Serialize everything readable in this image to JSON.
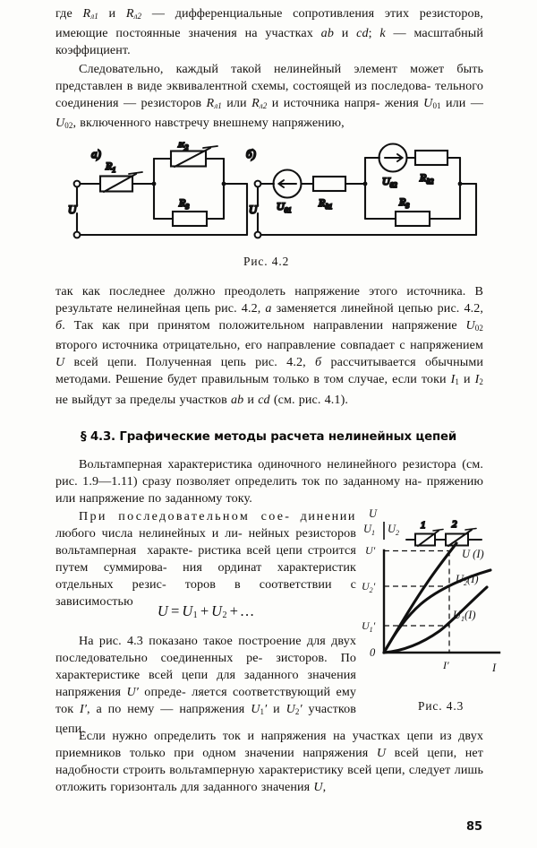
{
  "page": {
    "number": "85",
    "background": "#fdfdfb",
    "ink": "#15120f"
  },
  "paragraphs": {
    "p1": "где Rл1 и Rл2 — дифференциальные сопротивления этих резисторов, имеющие постоянные значения на участках ab и cd; k — масштабный коэффициент.",
    "p2": "Следовательно, каждый такой нелинейный элемент может быть представлен в виде эквивалентной схемы, состоящей из последовательного соединения — резисторов Rл1 или Rл2 и источника напряжения U01 или — U02, включенного навстречу внешнему напряжению,",
    "p3": "так как последнее должно преодолеть напряжение этого источника. В результате нелинейная цепь рис. 4.2, а заменяется линейной цепью рис. 4.2, б. Так как при принятом положительном направлении напряжение U02 второго источника отрицательно, его направление совпадает с напряжением U всей цепи. Полученная цепь рис. 4.2, б рассчитывается обычными методами. Решение будет правильным только в том случае, если токи I1 и I2 не выйдут за пределы участков ab и cd (см. рис. 4.1).",
    "p4": "Вольтамперная характеристика одиночного нелинейного резистора (см. рис. 1.9—1.11) сразу позволяет определить ток по заданному напряжению или напряжение по заданному току.",
    "p5": "При последовательном соединении любого числа нелинейных и линейных резисторов вольтамперная характеристика всей цепи строится путем суммирования ординат характеристик отдельных резисторов в соответствии с зависимостью",
    "p6": "На рис. 4.3 показано такое построение для двух последовательно соединенных резисторов. По характеристике всей цепи для заданного значения напряжения U' определяется соответствующий ему ток I', а по нему — напряжения U1' и U2' участков цепи.",
    "p7": "Если нужно определить ток и напряжения на участках цепи из двух приемников только при одном значении напряжения U всей цепи, нет надобности строить вольтамперную характеристику всей цепи, следует лишь отложить горизонталь для заданного значения U,"
  },
  "heading": {
    "text": "§ 4.3. Графические методы расчета нелинейных цепей"
  },
  "formula": {
    "text": "U = U1 + U2 + …"
  },
  "figure_42": {
    "caption": "Рис. 4.2",
    "panel_a": {
      "label": "а)",
      "source_label": "U",
      "components": [
        "R1",
        "R2",
        "R3"
      ]
    },
    "panel_b": {
      "label": "б)",
      "source_label": "U",
      "components": [
        "U01",
        "Rд1",
        "U02",
        "Rд2",
        "R3"
      ]
    }
  },
  "figure_43": {
    "caption": "Рис. 4.3",
    "inset_resistors": [
      "1",
      "2"
    ],
    "axis_y_labels": [
      "U",
      "U1",
      "U2"
    ],
    "axis_x_label": "I",
    "origin_label": "0",
    "tick_labels_y": [
      "U'",
      "U2'",
      "U1'"
    ],
    "tick_labels_x": [
      "I'"
    ],
    "curve_labels": [
      "U (I)",
      "U2(I)",
      "U1(I)"
    ]
  },
  "chart_data": {
    "type": "line",
    "title": "",
    "xlabel": "I",
    "ylabel": "U",
    "xlim": [
      0,
      1.18
    ],
    "ylim": [
      0,
      1.1
    ],
    "grid": false,
    "legend": "inline-right",
    "annotations": {
      "vertical_dashed_x": 0.78,
      "horizontal_dashed_y": [
        0.28,
        0.6,
        0.88
      ]
    },
    "series": [
      {
        "name": "U1(I)",
        "label": "U1(I)",
        "x": [
          0.0,
          0.1,
          0.2,
          0.3,
          0.4,
          0.5,
          0.6,
          0.7,
          0.78,
          0.9,
          1.0,
          1.08
        ],
        "y": [
          0.0,
          0.012,
          0.032,
          0.06,
          0.097,
          0.141,
          0.192,
          0.248,
          0.28,
          0.37,
          0.45,
          0.52
        ]
      },
      {
        "name": "U2(I)",
        "label": "U2(I)",
        "x": [
          0.0,
          0.1,
          0.2,
          0.3,
          0.4,
          0.5,
          0.6,
          0.7,
          0.78,
          0.9,
          1.0,
          1.08
        ],
        "y": [
          0.0,
          0.15,
          0.265,
          0.352,
          0.423,
          0.482,
          0.533,
          0.578,
          0.6,
          0.65,
          0.685,
          0.708
        ]
      },
      {
        "name": "U (I)",
        "label": "U (I)",
        "x": [
          0.0,
          0.1,
          0.2,
          0.3,
          0.4,
          0.5,
          0.6,
          0.7,
          0.78,
          0.86
        ],
        "y": [
          0.0,
          0.162,
          0.297,
          0.412,
          0.52,
          0.623,
          0.725,
          0.826,
          0.88,
          0.96
        ]
      }
    ]
  }
}
